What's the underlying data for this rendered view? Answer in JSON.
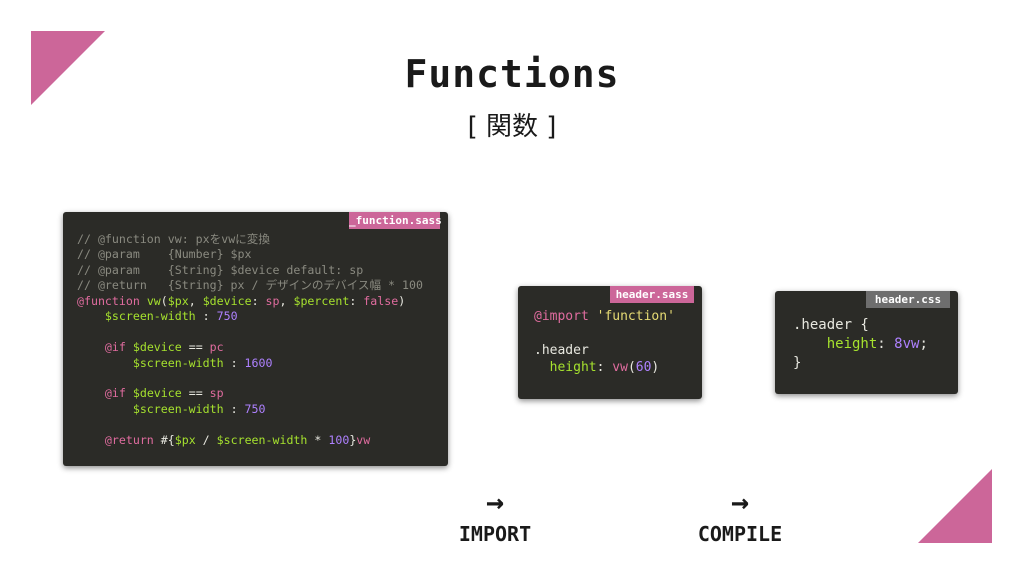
{
  "colors": {
    "accent": "#cc6699",
    "card_bg": "#2b2b27",
    "tab_function": "#cc6699",
    "tab_sass": "#cc6699",
    "tab_css": "#6e6e6e",
    "comment": "#8a8a80",
    "plain": "#e8e8e0",
    "keyword": "#e06c9f",
    "variable": "#a6e22e",
    "number": "#ae81ff",
    "string": "#e6db74",
    "punct": "#e8e8e0"
  },
  "slide": {
    "title": "Functions",
    "subtitle": "[ 関数 ]"
  },
  "cards": {
    "function_sass": {
      "tab": "_function.sass",
      "lines": [
        [
          [
            "comment",
            "// @function vw: pxをvwに変換"
          ]
        ],
        [
          [
            "comment",
            "// @param    {Number} $px"
          ]
        ],
        [
          [
            "comment",
            "// @param    {String} $device default: sp"
          ]
        ],
        [
          [
            "comment",
            "// @return   {String} px / デザインのデバイス幅 * 100"
          ]
        ],
        [
          [
            "keyword",
            "@function"
          ],
          [
            "plain",
            " "
          ],
          [
            "variable",
            "vw"
          ],
          [
            "plain",
            "("
          ],
          [
            "variable",
            "$px"
          ],
          [
            "plain",
            ", "
          ],
          [
            "variable",
            "$device"
          ],
          [
            "plain",
            ": "
          ],
          [
            "keyword",
            "sp"
          ],
          [
            "plain",
            ", "
          ],
          [
            "variable",
            "$percent"
          ],
          [
            "plain",
            ": "
          ],
          [
            "keyword",
            "false"
          ],
          [
            "plain",
            ")"
          ]
        ],
        [
          [
            "plain",
            "    "
          ],
          [
            "variable",
            "$screen-width"
          ],
          [
            "plain",
            " : "
          ],
          [
            "number",
            "750"
          ]
        ],
        [
          [
            "plain",
            ""
          ]
        ],
        [
          [
            "plain",
            "    "
          ],
          [
            "keyword",
            "@if"
          ],
          [
            "plain",
            " "
          ],
          [
            "variable",
            "$device"
          ],
          [
            "plain",
            " == "
          ],
          [
            "keyword",
            "pc"
          ]
        ],
        [
          [
            "plain",
            "        "
          ],
          [
            "variable",
            "$screen-width"
          ],
          [
            "plain",
            " : "
          ],
          [
            "number",
            "1600"
          ]
        ],
        [
          [
            "plain",
            ""
          ]
        ],
        [
          [
            "plain",
            "    "
          ],
          [
            "keyword",
            "@if"
          ],
          [
            "plain",
            " "
          ],
          [
            "variable",
            "$device"
          ],
          [
            "plain",
            " == "
          ],
          [
            "keyword",
            "sp"
          ]
        ],
        [
          [
            "plain",
            "        "
          ],
          [
            "variable",
            "$screen-width"
          ],
          [
            "plain",
            " : "
          ],
          [
            "number",
            "750"
          ]
        ],
        [
          [
            "plain",
            ""
          ]
        ],
        [
          [
            "plain",
            "    "
          ],
          [
            "keyword",
            "@return"
          ],
          [
            "plain",
            " #{"
          ],
          [
            "variable",
            "$px"
          ],
          [
            "plain",
            " / "
          ],
          [
            "variable",
            "$screen-width"
          ],
          [
            "plain",
            " * "
          ],
          [
            "number",
            "100"
          ],
          [
            "plain",
            "}"
          ],
          [
            "keyword",
            "vw"
          ]
        ]
      ]
    },
    "header_sass": {
      "tab": "header.sass",
      "lines": [
        [
          [
            "keyword",
            "@import"
          ],
          [
            "plain",
            " "
          ],
          [
            "string",
            "'function'"
          ]
        ],
        [
          [
            "plain",
            ""
          ]
        ],
        [
          [
            "plain",
            ".header"
          ]
        ],
        [
          [
            "plain",
            "  "
          ],
          [
            "variable",
            "height"
          ],
          [
            "plain",
            ": "
          ],
          [
            "keyword",
            "vw"
          ],
          [
            "plain",
            "("
          ],
          [
            "number",
            "60"
          ],
          [
            "plain",
            ")"
          ]
        ]
      ]
    },
    "header_css": {
      "tab": "header.css",
      "lines": [
        [
          [
            "plain",
            ".header {"
          ]
        ],
        [
          [
            "plain",
            "    "
          ],
          [
            "variable",
            "height"
          ],
          [
            "plain",
            ": "
          ],
          [
            "number",
            "8vw"
          ],
          [
            "plain",
            ";"
          ]
        ],
        [
          [
            "plain",
            "}"
          ]
        ]
      ]
    }
  },
  "steps": {
    "import": {
      "arrow": "→",
      "label": "IMPORT"
    },
    "compile": {
      "arrow": "→",
      "label": "COMPILE"
    }
  }
}
